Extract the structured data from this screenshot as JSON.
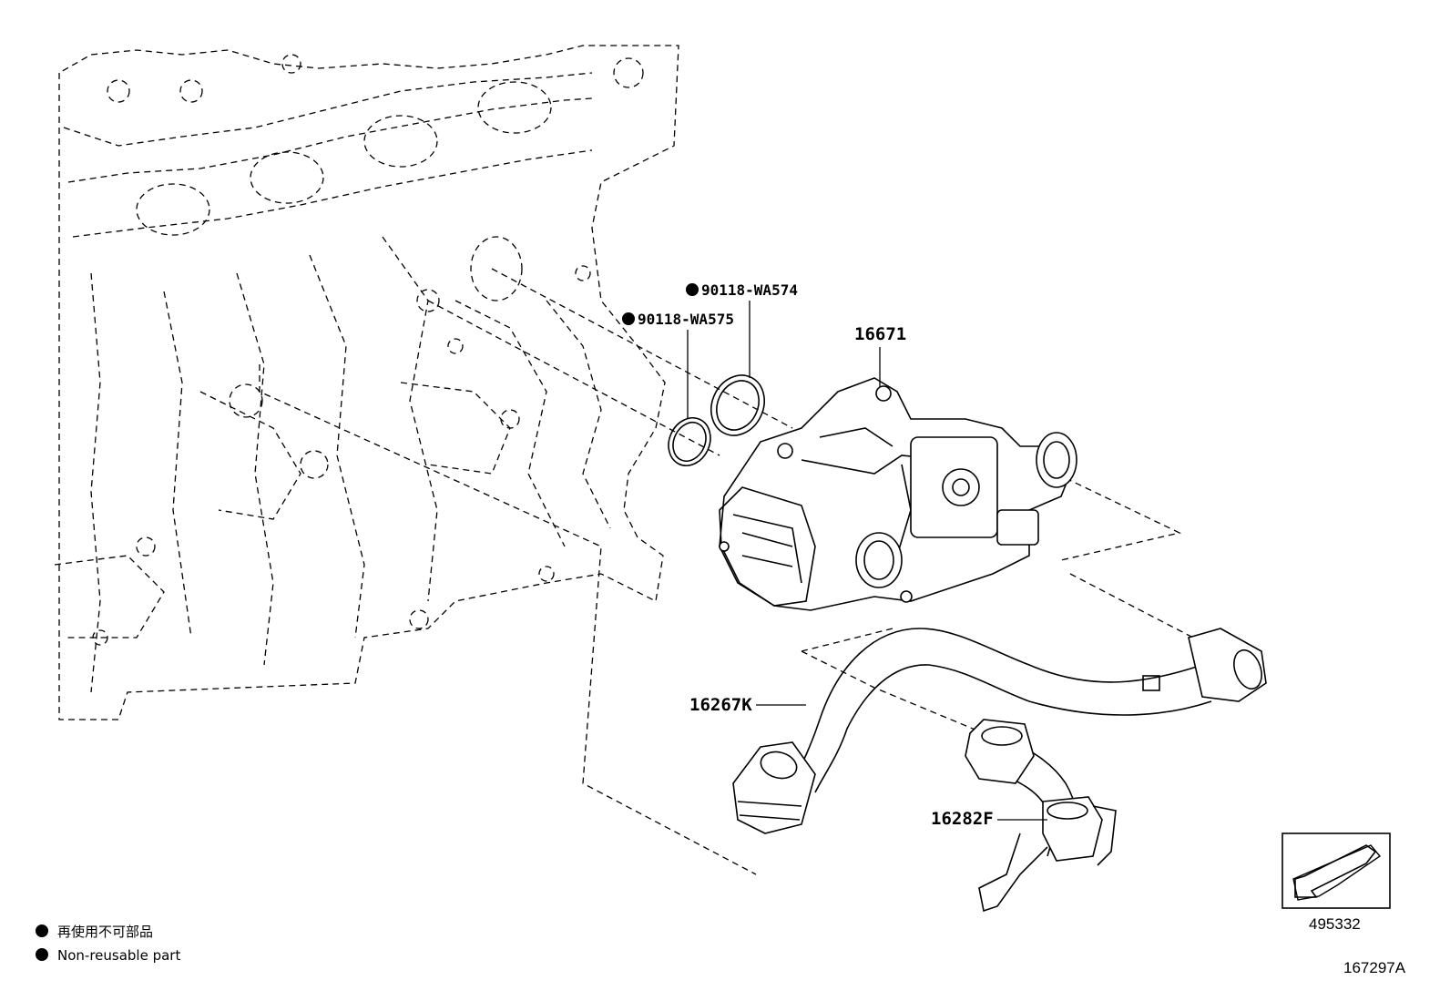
{
  "callouts": {
    "seal_a": "90118-WA574",
    "seal_b": "90118-WA575",
    "water_outlet": "16671",
    "hose_main": "16267K",
    "hose_sub": "16282F"
  },
  "legend": {
    "jp": "再使用不可部品",
    "en": "Non-reusable part"
  },
  "front_indicator_code": "495332",
  "drawing_number": "167297A"
}
